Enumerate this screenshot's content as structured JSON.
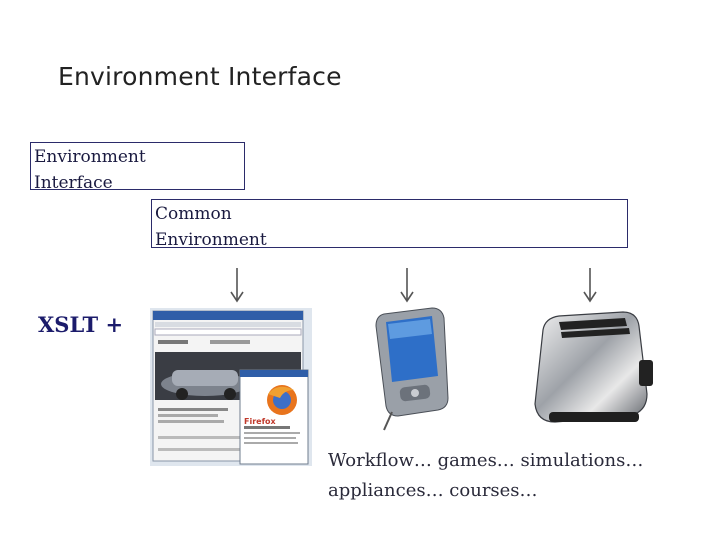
{
  "slide": {
    "title": "Environment Interface"
  },
  "boxes": {
    "environment_interface": [
      "Environment",
      "Interface"
    ],
    "common_environment": [
      "Common",
      "Environment"
    ]
  },
  "xslt_label": "XSLT +",
  "caption": [
    "Workflow… games… simulations…",
    "appliances… courses…"
  ],
  "browser_screenshot": {
    "brand": "Firefox"
  },
  "colors": {
    "box_border": "#2b2b6a",
    "label_blue": "#1b1b6b",
    "arrow_gray": "#555555"
  }
}
